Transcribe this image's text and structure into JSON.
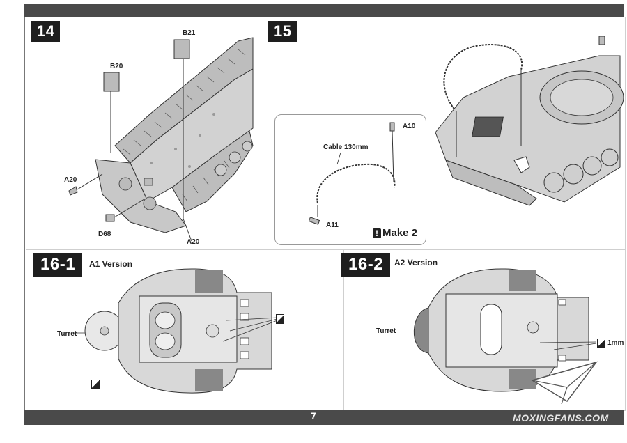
{
  "page": {
    "number": "7",
    "watermark": "MOXINGFANS.COM"
  },
  "step14": {
    "number": "14",
    "labels": {
      "b21": "B21",
      "b20": "B20",
      "a20_left": "A20",
      "a20_bottom": "A20",
      "d68": "D68"
    }
  },
  "step15": {
    "number": "15",
    "labels": {
      "a10": "A10",
      "a11": "A11",
      "cable": "Cable 130mm"
    },
    "make_note": "Make 2"
  },
  "step16_1": {
    "number": "16-1",
    "version": "A1 Version",
    "labels": {
      "turret": "Turret"
    }
  },
  "step16_2": {
    "number": "16-2",
    "version": "A2 Version",
    "labels": {
      "turret": "Turret",
      "drill": "1mm"
    }
  },
  "colors": {
    "bar": "#4a4a4a",
    "step_badge": "#1e1e1e",
    "hull_fill": "#d2d2d2",
    "line": "#333333"
  }
}
